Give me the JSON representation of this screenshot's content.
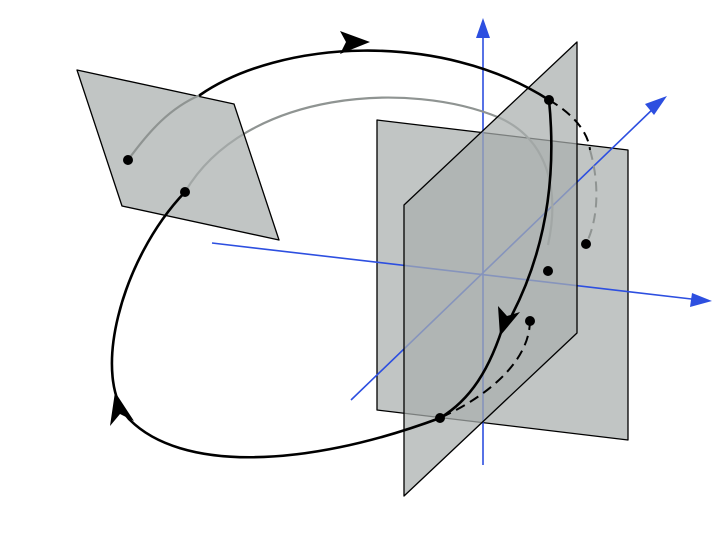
{
  "diagram": {
    "colors": {
      "background": "#ffffff",
      "axes": "#2d4fe0",
      "planes": "#a9afad",
      "trajectory": "#000000",
      "hidden_trajectory": "#8f9492"
    },
    "elements": [
      "three-coordinate-axes",
      "tilted-section-plane",
      "orthogonal-planes-at-origin",
      "closed-orbit-with-flow-arrows",
      "dashed-hidden-segments",
      "intersection-points"
    ]
  }
}
